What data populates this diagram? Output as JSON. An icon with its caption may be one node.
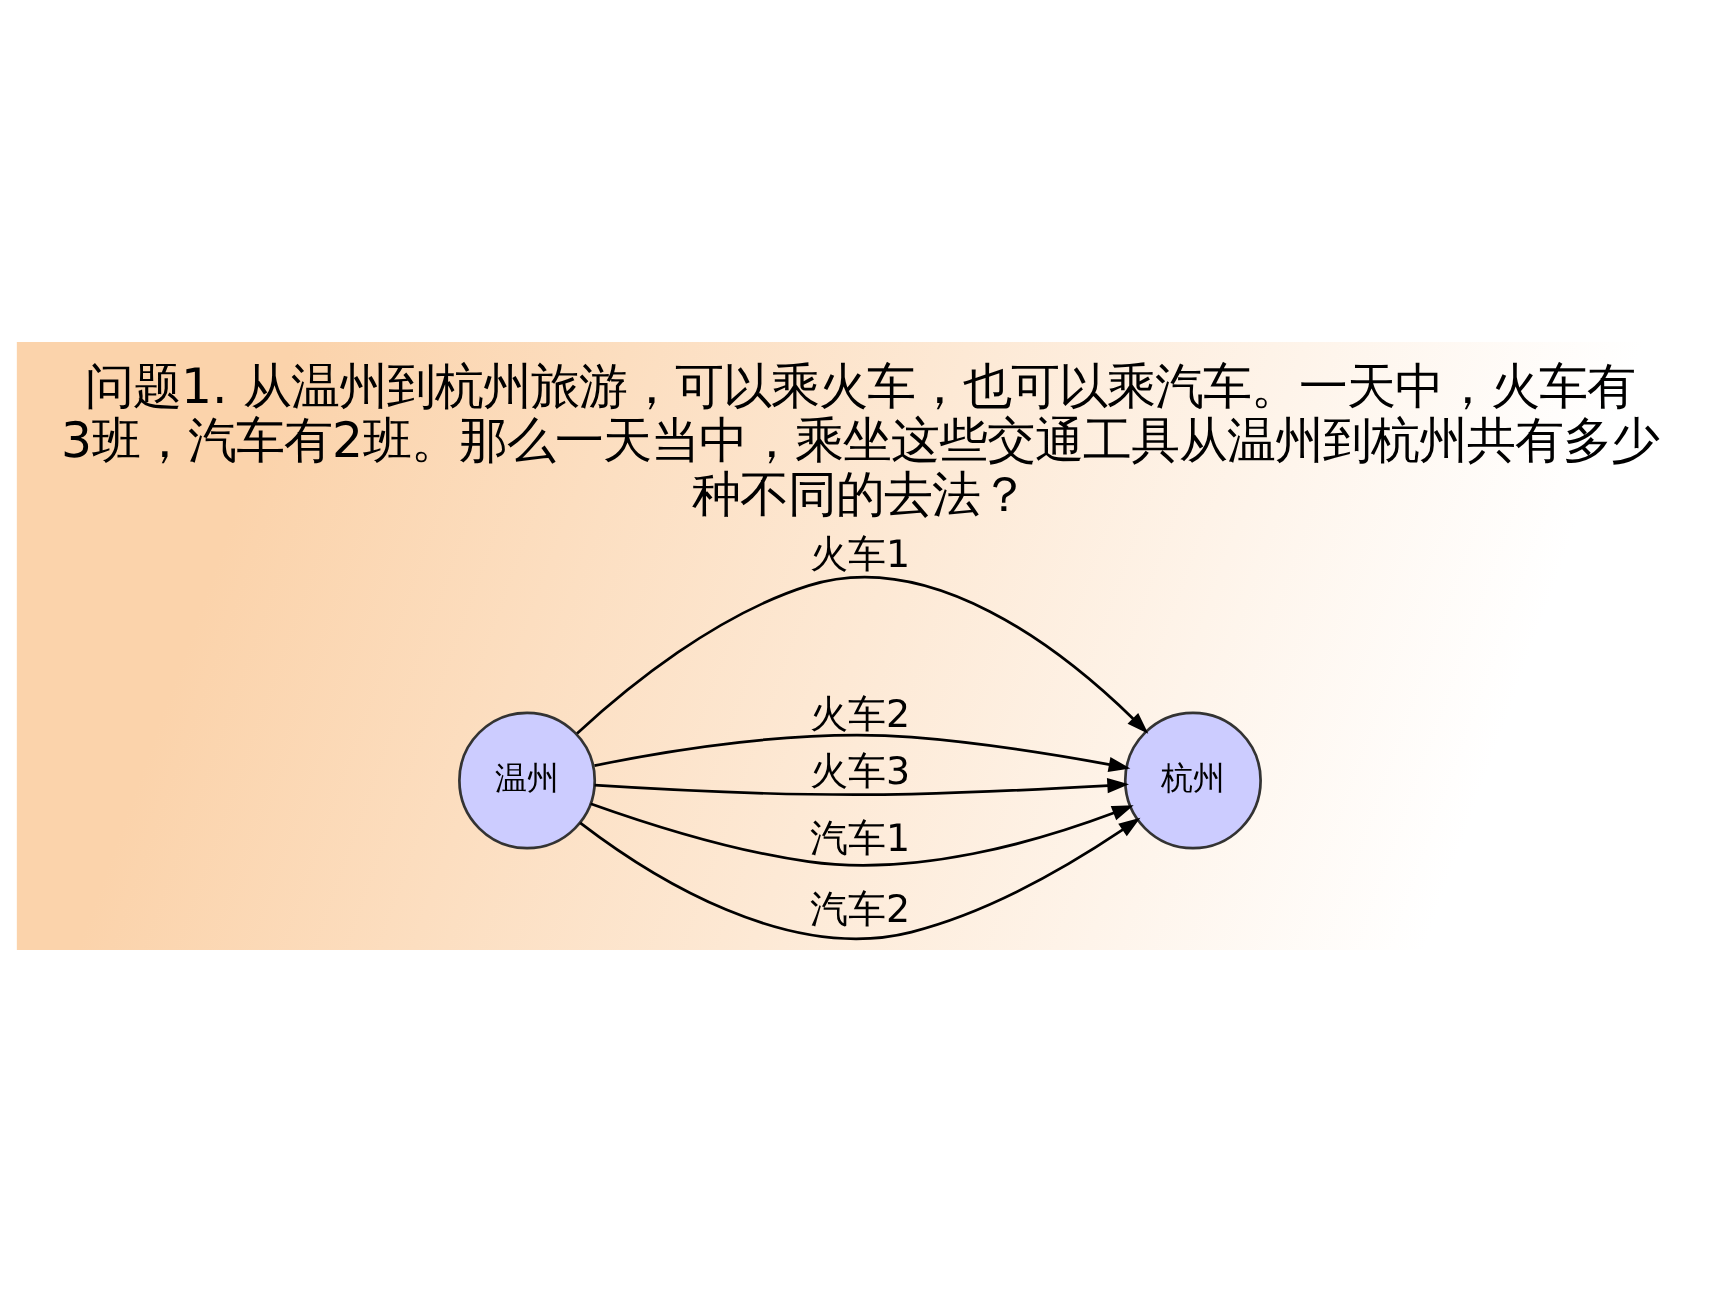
{
  "diagram": {
    "title": "问题1. 从温州到杭州旅游，可以乘火车，也可以乘汽车。一天中，火车有3班，汽车有2班。那么一天当中，乘坐这些交通工具从温州到杭州共有多少种不同的去法？",
    "nodes": [
      {
        "text": [
          "温州"
        ]
      },
      {
        "text": [
          "杭州"
        ]
      }
    ],
    "edges": [
      {
        "from": 0,
        "to": 1,
        "arrow": "to",
        "label": "火车1"
      },
      {
        "from": 0,
        "to": 1,
        "arrow": "to",
        "label": "火车2"
      },
      {
        "from": 0,
        "to": 1,
        "arrow": "to",
        "label": "火车3"
      },
      {
        "from": 0,
        "to": 1,
        "arrow": "to",
        "label": "汽车1"
      },
      {
        "from": 0,
        "to": 1,
        "arrow": "to",
        "label": "汽车2"
      }
    ]
  }
}
